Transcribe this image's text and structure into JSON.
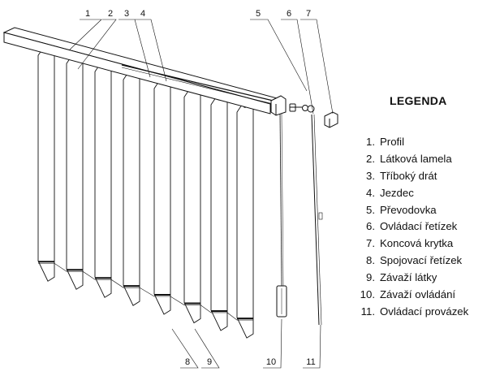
{
  "legend": {
    "title": "LEGENDA",
    "items": [
      {
        "number": "1.",
        "label": "Profil"
      },
      {
        "number": "2.",
        "label": "Látková lamela"
      },
      {
        "number": "3.",
        "label": "Tříboký drát"
      },
      {
        "number": "4.",
        "label": "Jezdec"
      },
      {
        "number": "5.",
        "label": "Převodovka"
      },
      {
        "number": "6.",
        "label": "Ovládací řetízek"
      },
      {
        "number": "7.",
        "label": "Koncová krytka"
      },
      {
        "number": "8.",
        "label": "Spojovací řetízek"
      },
      {
        "number": "9.",
        "label": "Závaží látky"
      },
      {
        "number": "10.",
        "label": "Závaží ovládání"
      },
      {
        "number": "11.",
        "label": "Ovládací provázek"
      }
    ]
  },
  "callouts": [
    "1",
    "2",
    "3",
    "4",
    "5",
    "6",
    "7",
    "8",
    "9",
    "10",
    "11"
  ]
}
